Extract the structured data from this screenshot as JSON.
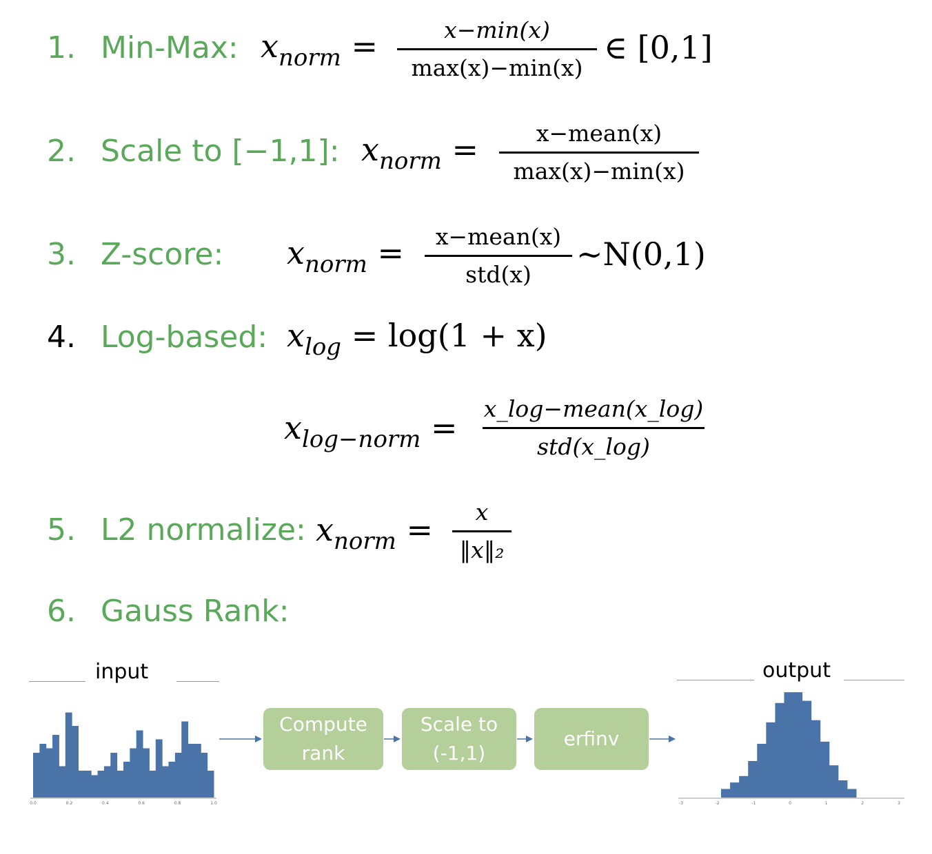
{
  "items": [
    {
      "num": "1.",
      "label": "Min-Max:"
    },
    {
      "num": "2.",
      "label": "Scale to [−1,1]:"
    },
    {
      "num": "3.",
      "label": "Z-score:"
    },
    {
      "num": "4.",
      "label": "Log-based:"
    },
    {
      "num": "5.",
      "label": "L2 normalize:"
    },
    {
      "num": "6.",
      "label": "Gauss Rank:"
    }
  ],
  "formulas": {
    "minmax": {
      "lhs": "x",
      "sub": "norm",
      "num": "x−min(x)",
      "den": "max(x)−min(x)",
      "tail": "∈ [0,1]"
    },
    "scale": {
      "lhs": "x",
      "sub": "norm",
      "num": "x−mean(x)",
      "den": "max(x)−min(x)"
    },
    "zscore": {
      "lhs": "x",
      "sub": "norm",
      "num": "x−mean(x)",
      "den": "std(x)",
      "tail": "~N(0,1)"
    },
    "log": {
      "lhs": "x",
      "sub": "log",
      "rhs": "= log(1 + x)"
    },
    "lognorm": {
      "lhs": "x",
      "sub": "log−norm",
      "num": "x_log−mean(x_log)",
      "den": "std(x_log)"
    },
    "l2": {
      "lhs": "x",
      "sub": "norm",
      "num": "x",
      "den": "‖x‖₂"
    }
  },
  "diagram": {
    "input_label": "input",
    "output_label": "output",
    "steps": [
      "Compute\nrank",
      "Scale to\n(-1,1)",
      "erfinv"
    ],
    "colors": {
      "box": "#b5cf9b",
      "bar": "#4a74a8",
      "arrow": "#4a74a8",
      "green": "#5aa85a"
    },
    "input_hist": [
      0.5,
      0.6,
      0.55,
      0.7,
      0.35,
      0.95,
      0.8,
      0.3,
      0.3,
      0.25,
      0.3,
      0.35,
      0.5,
      0.3,
      0.4,
      0.55,
      0.75,
      0.55,
      0.3,
      0.65,
      0.35,
      0.4,
      0.5,
      0.85,
      0.6,
      0.6,
      0.5,
      0.3
    ],
    "input_ticks": [
      "0.0",
      "0.2",
      "0.4",
      "0.6",
      "0.8",
      "1.0"
    ],
    "output_hist": [
      0.08,
      0.14,
      0.2,
      0.34,
      0.5,
      0.7,
      0.88,
      0.98,
      0.98,
      0.9,
      0.72,
      0.52,
      0.3,
      0.16,
      0.08
    ],
    "output_ticks": [
      "-3",
      "-2",
      "-1",
      "0",
      "1",
      "2",
      "3"
    ]
  }
}
